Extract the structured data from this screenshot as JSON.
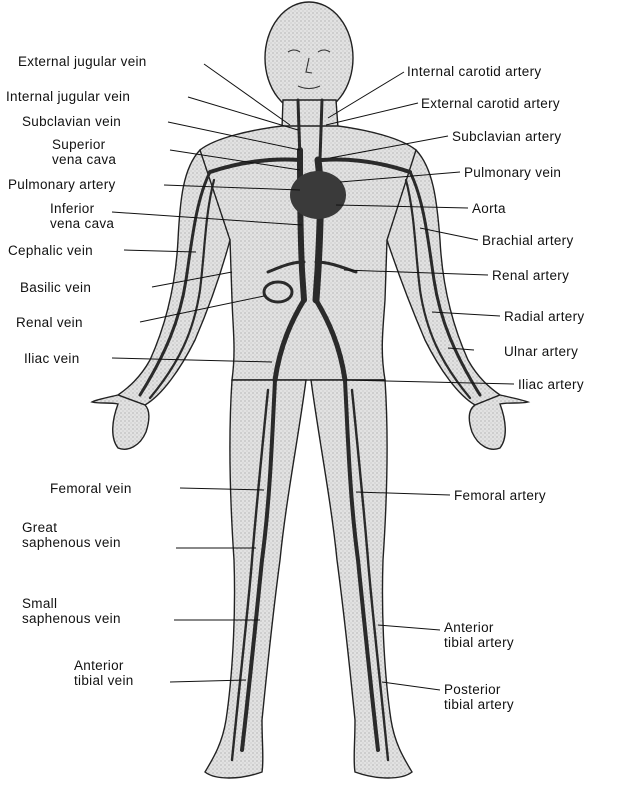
{
  "colors": {
    "ink": "#111111",
    "skin_fill": "#d9d9d9",
    "vessel": "#2a2a2a"
  },
  "labels_left": {
    "external_jugular_vein": "External jugular vein",
    "internal_jugular_vein": "Internal jugular vein",
    "subclavian_vein": "Subclavian vein",
    "superior_vena_cava": [
      "Superior",
      "vena cava"
    ],
    "pulmonary_artery": "Pulmonary artery",
    "inferior_vena_cava": [
      "Inferior",
      "vena cava"
    ],
    "cephalic_vein": "Cephalic vein",
    "basilic_vein": "Basilic vein",
    "renal_vein": "Renal vein",
    "iliac_vein": "Iliac vein",
    "femoral_vein": "Femoral vein",
    "great_saphenous_vein": [
      "Great",
      "saphenous vein"
    ],
    "small_saphenous_vein": [
      "Small",
      "saphenous vein"
    ],
    "anterior_tibial_vein": [
      "Anterior",
      "tibial vein"
    ]
  },
  "labels_right": {
    "internal_carotid_artery": "Internal carotid artery",
    "external_carotid_artery": "External carotid artery",
    "subclavian_artery": "Subclavian artery",
    "pulmonary_vein": "Pulmonary vein",
    "aorta": "Aorta",
    "brachial_artery": "Brachial artery",
    "renal_artery": "Renal artery",
    "radial_artery": "Radial artery",
    "ulnar_artery": "Ulnar artery",
    "iliac_artery": "Iliac artery",
    "femoral_artery": "Femoral artery",
    "anterior_tibial_artery": [
      "Anterior",
      "tibial artery"
    ],
    "posterior_tibial_artery": [
      "Posterior",
      "tibial artery"
    ]
  }
}
